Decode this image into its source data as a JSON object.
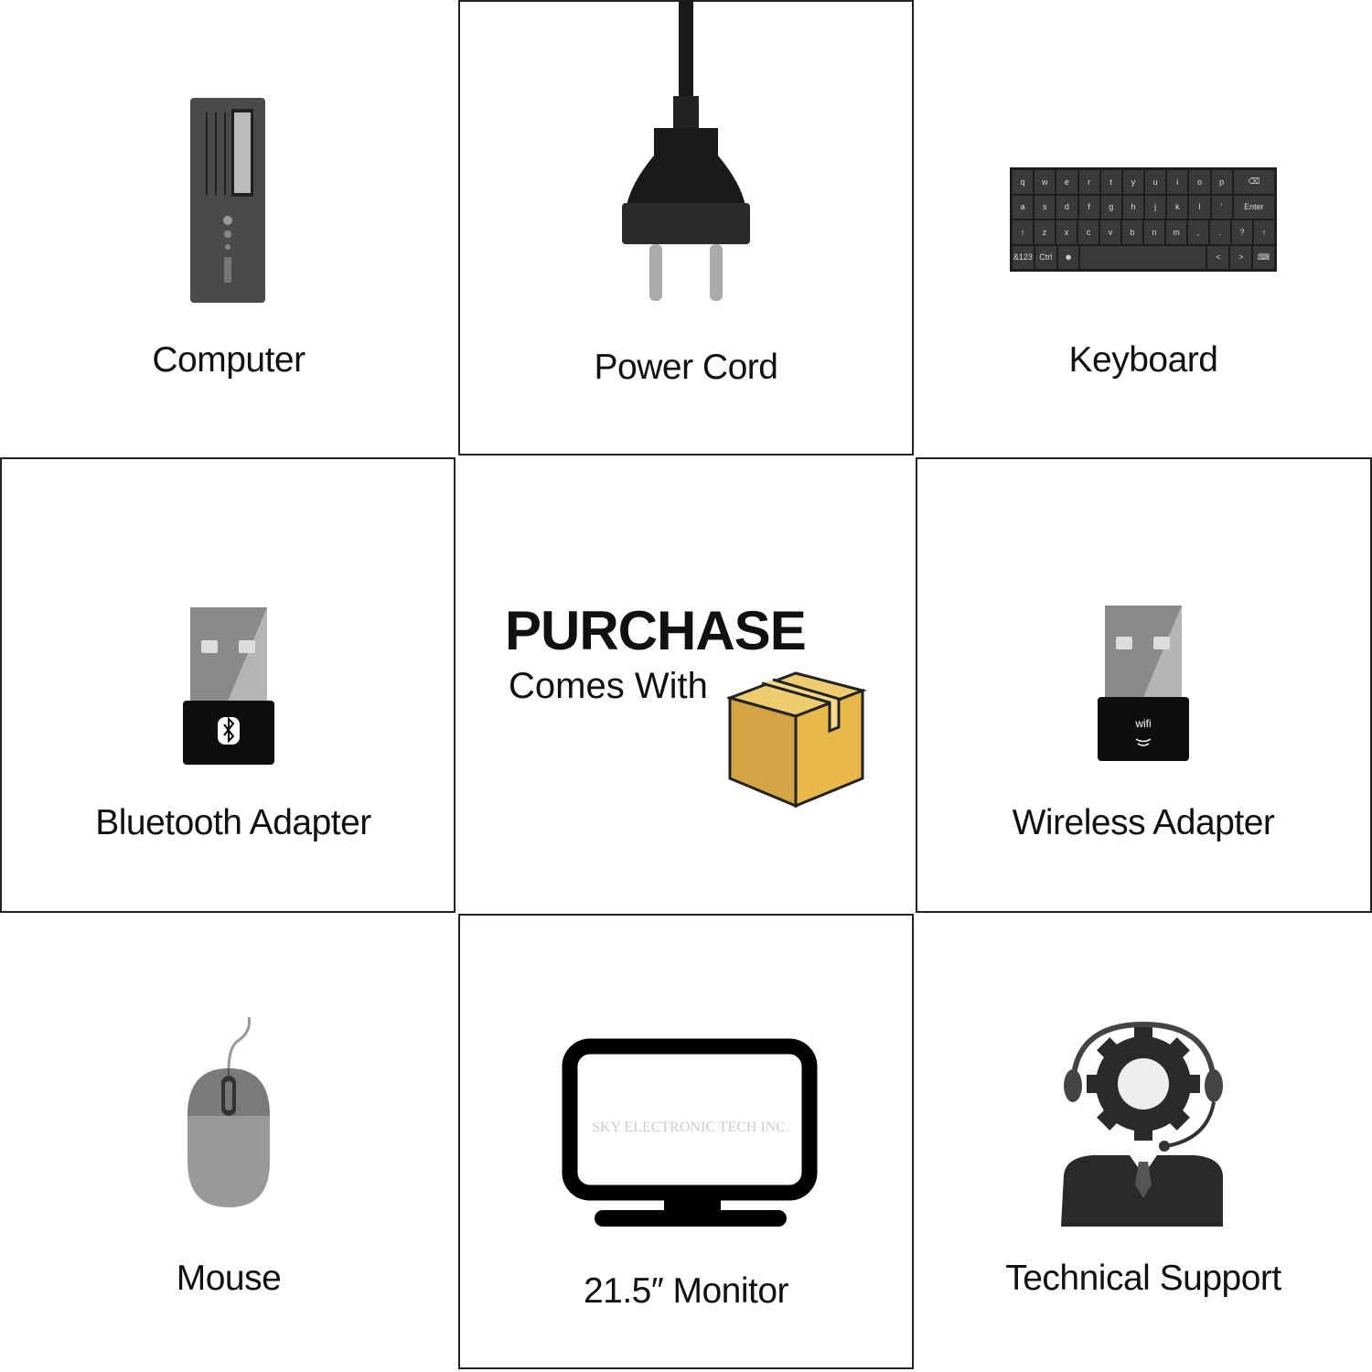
{
  "items": {
    "computer": "Computer",
    "power_cord": "Power Cord",
    "keyboard": "Keyboard",
    "bluetooth": "Bluetooth Adapter",
    "wireless": "Wireless Adapter",
    "mouse": "Mouse",
    "monitor": "21.5″ Monitor",
    "support": "Technical Support"
  },
  "center": {
    "title": "PURCHASE",
    "subtitle": "Comes With"
  },
  "monitor_watermark": "SKY ELECTRONIC TECH INC.",
  "wifi_label": "wifi",
  "keyboard_keys": [
    [
      "q",
      "w",
      "e",
      "r",
      "t",
      "y",
      "u",
      "i",
      "o",
      "p",
      "⌫"
    ],
    [
      "a",
      "s",
      "d",
      "f",
      "g",
      "h",
      "j",
      "k",
      "l",
      "'",
      "Enter"
    ],
    [
      "↑",
      "z",
      "x",
      "c",
      "v",
      "b",
      "n",
      "m",
      ",",
      ".",
      "?",
      "↑"
    ],
    [
      "&123",
      "Ctrl",
      "☻",
      " ",
      "<",
      ">",
      "⌨"
    ]
  ],
  "colors": {
    "box": "#e8b94a",
    "icon_dark": "#222222",
    "icon_gray": "#888888"
  }
}
